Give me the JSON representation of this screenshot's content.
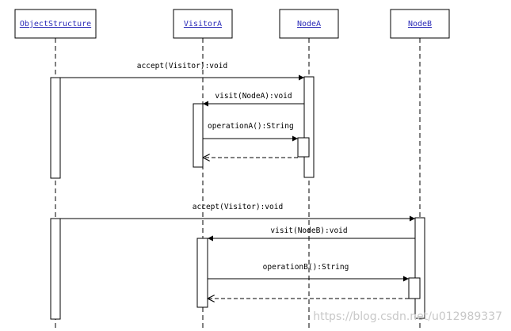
{
  "objects": {
    "object_structure": "ObjectStructure",
    "visitor_a": "VisitorA",
    "node_a": "NodeA",
    "node_b": "NodeB"
  },
  "messages": {
    "m1": "accept(Visitor):void",
    "m2": "visit(NodeA):void",
    "m3": "operationA():String",
    "m4": "accept(Visitor):void",
    "m5": "visit(NodeB):void",
    "m6": "operationB():String"
  },
  "watermark": "https://blog.csdn.net/u012989337"
}
